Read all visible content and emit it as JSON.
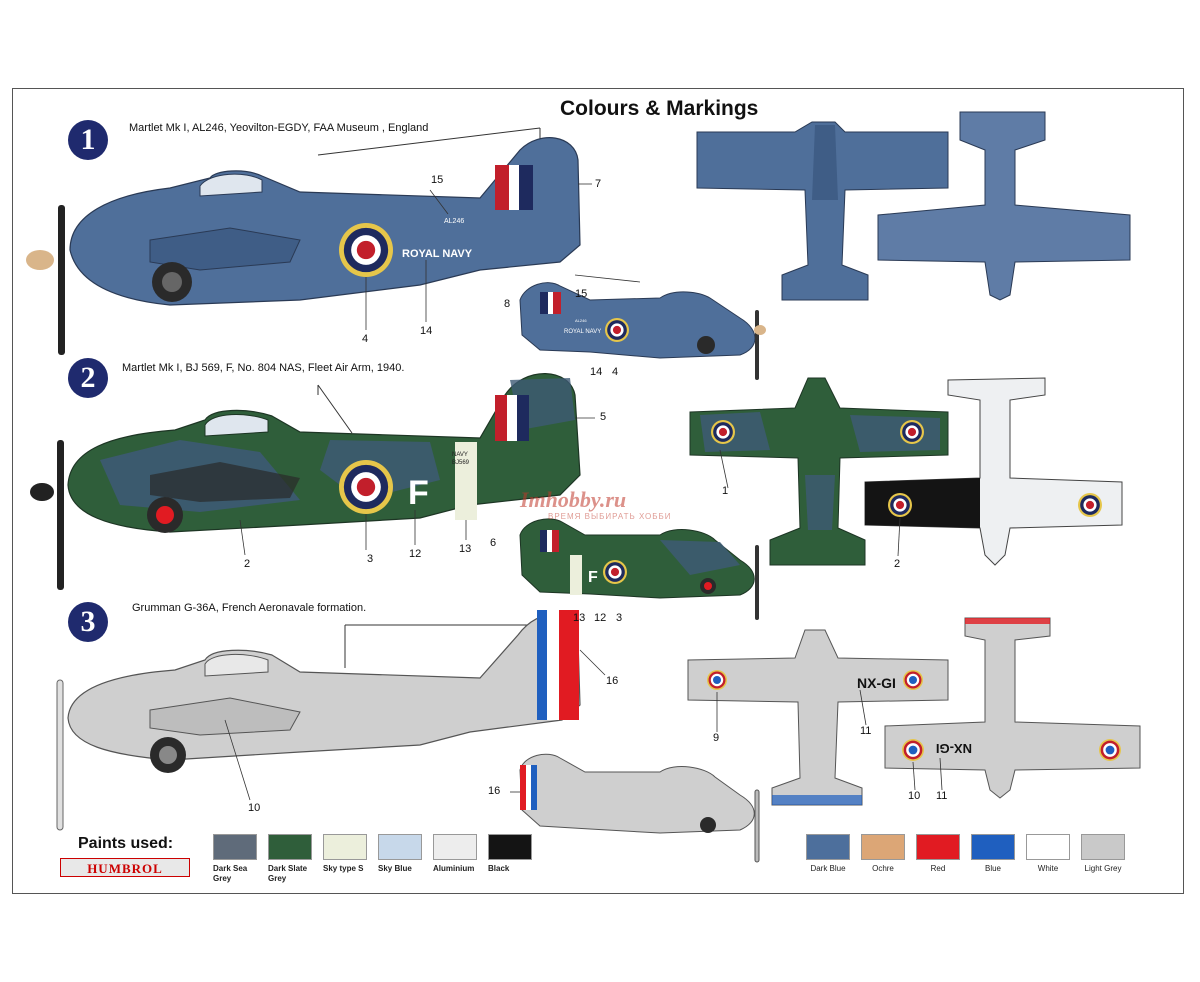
{
  "title": "Colours & Markings",
  "schemes": [
    {
      "number": "1",
      "caption": "Martlet Mk I, AL246, Yeovilton-EGDY, FAA Museum , England"
    },
    {
      "number": "2",
      "caption": "Martlet Mk I, BJ 569, F, No. 804 NAS, Fleet Air Arm, 1940."
    },
    {
      "number": "3",
      "caption": "Grumman G-36A, French Aeronavale formation."
    }
  ],
  "aircraft_markings": {
    "royal_navy": "ROYAL NAVY",
    "royal_navy_small": "ROYAL NAVY",
    "serial_1": "AL246",
    "serial_1_small": "AL246",
    "serial_2": "BJ569",
    "navy_2": "NAVY",
    "code_f": "F",
    "code_f_small": "F",
    "french_code": "NX-GI",
    "french_code_under": "NX-GI"
  },
  "callouts": {
    "c1_15": "15",
    "c1_7": "7",
    "c1_4": "4",
    "c1_14": "14",
    "c1s_8": "8",
    "c1s_15": "15",
    "c1s_14": "14",
    "c1s_4": "4",
    "c2_5": "5",
    "c2_2": "2",
    "c2_3": "3",
    "c2_12": "12",
    "c2_13": "13",
    "c2s_6": "6",
    "c2s_13": "13",
    "c2s_12": "12",
    "c2s_3": "3",
    "c2t_1": "1",
    "c2u_2": "2",
    "c3_16": "16",
    "c3_10": "10",
    "c3s_16": "16",
    "c3t_9": "9",
    "c3t_11": "11",
    "c3u_10": "10",
    "c3u_11": "11"
  },
  "paints": {
    "label": "Paints used:",
    "brand": "HUMBROL",
    "left": [
      {
        "name": "Dark Sea Grey",
        "color": "#5f6b7a"
      },
      {
        "name": "Dark Slate Grey",
        "color": "#2f5e3a"
      },
      {
        "name": "Sky type S",
        "color": "#ecefdc"
      },
      {
        "name": "Sky Blue",
        "color": "#c7d8ea"
      },
      {
        "name": "Aluminium",
        "color": "#ededed"
      },
      {
        "name": "Black",
        "color": "#141414"
      }
    ],
    "right": [
      {
        "name": "Dark Blue",
        "color": "#4d6f9c"
      },
      {
        "name": "Ochre",
        "color": "#dca676"
      },
      {
        "name": "Red",
        "color": "#e11b22"
      },
      {
        "name": "Blue",
        "color": "#1f5fbf"
      },
      {
        "name": "White",
        "color": "#ffffff"
      },
      {
        "name": "Light Grey",
        "color": "#c9c9c9"
      }
    ]
  },
  "watermark": {
    "text": "Imhobby.ru",
    "sub": "ВРЕМЯ ВЫБИРАТЬ ХОББИ"
  },
  "colors": {
    "fleet_blue": "#4f6f9a",
    "camo_green": "#2f5e3a",
    "camo_blue": "#3d5a74",
    "french_grey": "#cfcfcf",
    "roundel_blue": "#1e2a5e",
    "roundel_red": "#c21f2b",
    "roundel_yellow": "#e6c64a",
    "scheme_badge": "#1f2a6e"
  }
}
